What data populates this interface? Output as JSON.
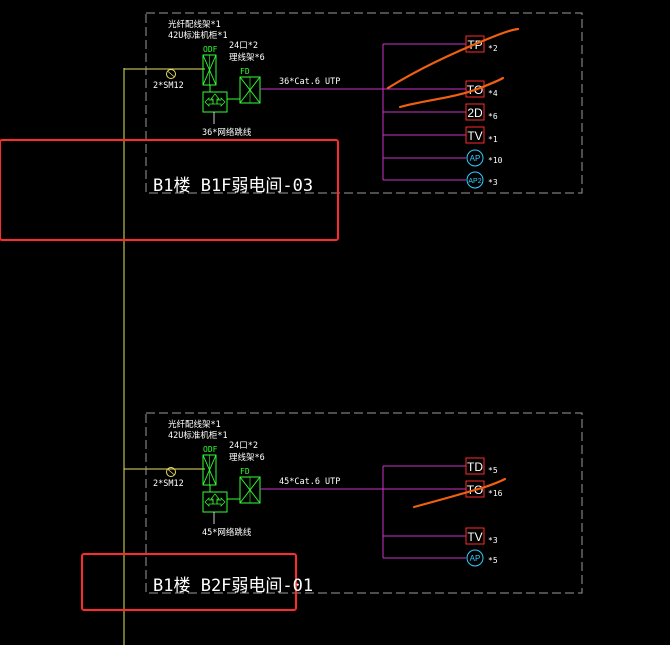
{
  "colors": {
    "background": "#000000",
    "riser": "#e8e060",
    "frame": "#9a9a9a",
    "magenta": "#cc33cc",
    "green": "#33ff33",
    "red_box": "#ff2a2a",
    "orange": "#f06010",
    "cyan": "#33ccff",
    "text": "#ffffff"
  },
  "sections": [
    {
      "room_label": "B1楼 B1F弱电间-03",
      "odf_note_1": "光纤配线架*1",
      "odf_note_2": "42U标准机柜*1",
      "odf_tag": "ODF",
      "fd_tag": "FD",
      "patch_note_1": "24口*2",
      "patch_note_2": "理线架*6",
      "fiber_label": "2*SM12",
      "cable_label": "36*Cat.6 UTP",
      "switch_note": "36*网络跳线",
      "outlets": [
        {
          "code": "TP",
          "count": "*2",
          "shape": "box"
        },
        {
          "code": "TO",
          "count": "*4",
          "shape": "box"
        },
        {
          "code": "2D",
          "count": "*6",
          "shape": "box"
        },
        {
          "code": "TV",
          "count": "*1",
          "shape": "box"
        },
        {
          "code": "AP",
          "count": "*10",
          "shape": "circle"
        },
        {
          "code": "AP2",
          "count": "*3",
          "shape": "circle"
        }
      ]
    },
    {
      "room_label": "B1楼 B2F弱电间-01",
      "odf_note_1": "光纤配线架*1",
      "odf_note_2": "42U标准机柜*1",
      "odf_tag": "ODF",
      "fd_tag": "FD",
      "patch_note_1": "24口*2",
      "patch_note_2": "理线架*6",
      "fiber_label": "2*SM12",
      "cable_label": "45*Cat.6 UTP",
      "switch_note": "45*网络跳线",
      "outlets": [
        {
          "code": "TD",
          "count": "*5",
          "shape": "box"
        },
        {
          "code": "TO",
          "count": "*16",
          "shape": "box"
        },
        {
          "code": "TV",
          "count": "*3",
          "shape": "box"
        },
        {
          "code": "AP",
          "count": "*5",
          "shape": "circle"
        }
      ]
    }
  ]
}
